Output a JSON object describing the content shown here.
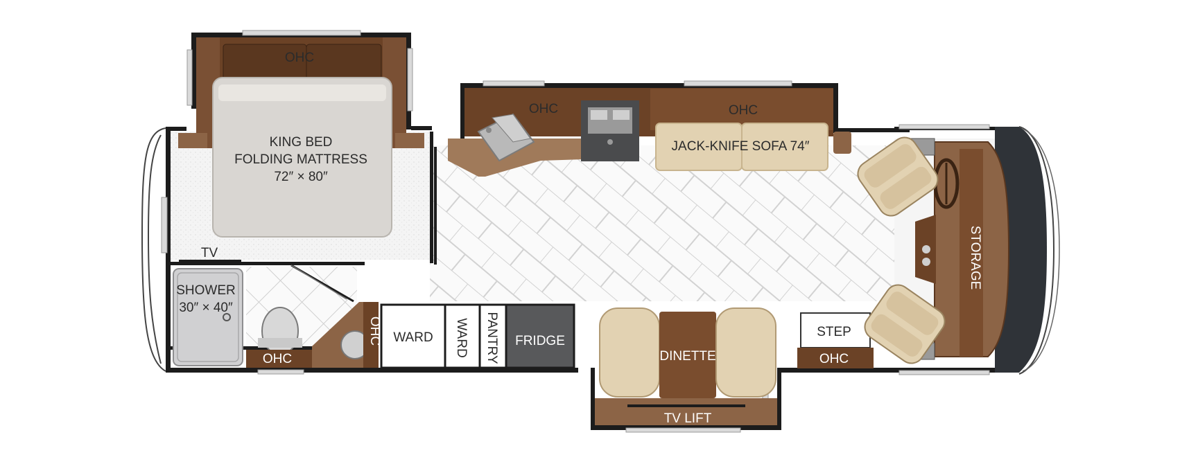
{
  "labels": {
    "bed_ohc": "OHC",
    "bed_line1": "KING BED",
    "bed_line2": "FOLDING MATTRESS",
    "bed_line3": "72″ × 80″",
    "kitchen_ohc": "OHC",
    "sofa_ohc": "OHC",
    "sofa": "JACK-KNIFE SOFA 74″",
    "tv": "TV",
    "shower_line1": "SHOWER",
    "shower_line2": "30″ × 40″",
    "bath_ohc": "OHC",
    "bath_vertical_ohc": "OHC",
    "ward_1": "WARD",
    "ward_2": "WARD",
    "pantry": "PANTRY",
    "fridge": "FRIDGE",
    "dinette": "DINETTE",
    "tv_lift": "TV LIFT",
    "step": "STEP",
    "step_ohc": "OHC",
    "storage": "STORAGE"
  },
  "colors": {
    "wall": "#1c1c1c",
    "floor_carpet": "#f3f3f3",
    "floor_tile": "#fafafa",
    "tile_line": "#d2d2d2",
    "cabinet_dark": "#6b4226",
    "cabinet_mid": "#8c6446",
    "counter": "#a07a5a",
    "cushion": "#e2d2b2",
    "cushion_shadow": "#c8b48e",
    "bed": "#d9d6d2",
    "fridge": "#58595b",
    "shower": "#d0d0d2",
    "cab_tint": "#2f3338",
    "window": "#d8d8d8"
  }
}
